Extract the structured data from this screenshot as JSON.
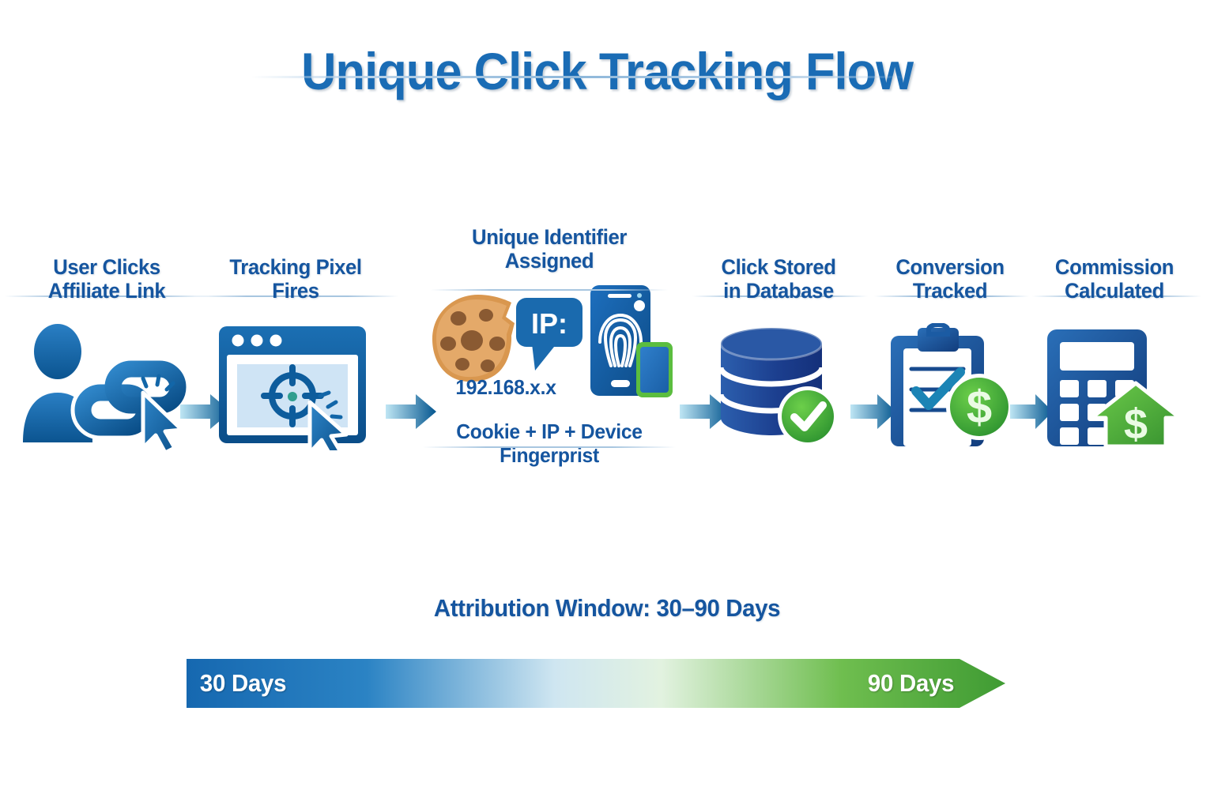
{
  "title": "Unique Click Tracking Flow",
  "accent_colors": {
    "title_blue": "#1a6cb5",
    "heading_blue": "#15559f",
    "arrow_dark": "#0a5c96",
    "arrow_light": "#8fd3ea",
    "green": "#45a035",
    "bar_blue": "#1668b0",
    "bar_green": "#45a035"
  },
  "flow": {
    "steps": [
      {
        "id": "user-clicks-affiliate-link",
        "heading_line1": "User Clicks",
        "heading_line2": "Affiliate Link",
        "icon": "user-link-cursor-icon"
      },
      {
        "id": "tracking-pixel-fires",
        "heading_line1": "Tracking Pixel",
        "heading_line2": "Fires",
        "icon": "browser-crosshair-cursor-icon"
      },
      {
        "id": "unique-identifier-assigned",
        "heading_line1": "Unique Identifier",
        "heading_line2": "Assigned",
        "icon": "cookie-ip-fingerprint-icon",
        "ip_value": "192.168.x.x",
        "caption_line1": "Cookie + IP +  Device",
        "caption_line2": "Fingerprist",
        "bubble_label": "IP:"
      },
      {
        "id": "click-stored-in-database",
        "heading_line1": "Click Stored",
        "heading_line2": "in Database",
        "icon": "database-check-icon"
      },
      {
        "id": "conversion-tracked",
        "heading_line1": "Conversion",
        "heading_line2": "Tracked",
        "icon": "clipboard-dollar-icon"
      },
      {
        "id": "commission-calculated",
        "heading_line1": "Commission",
        "heading_line2": "Calculated",
        "icon": "calculator-dollar-arrow-icon"
      }
    ]
  },
  "attribution": {
    "title": "Attribution Window: 30–90 Days",
    "start_label": "30 Days",
    "end_label": "90 Days"
  }
}
